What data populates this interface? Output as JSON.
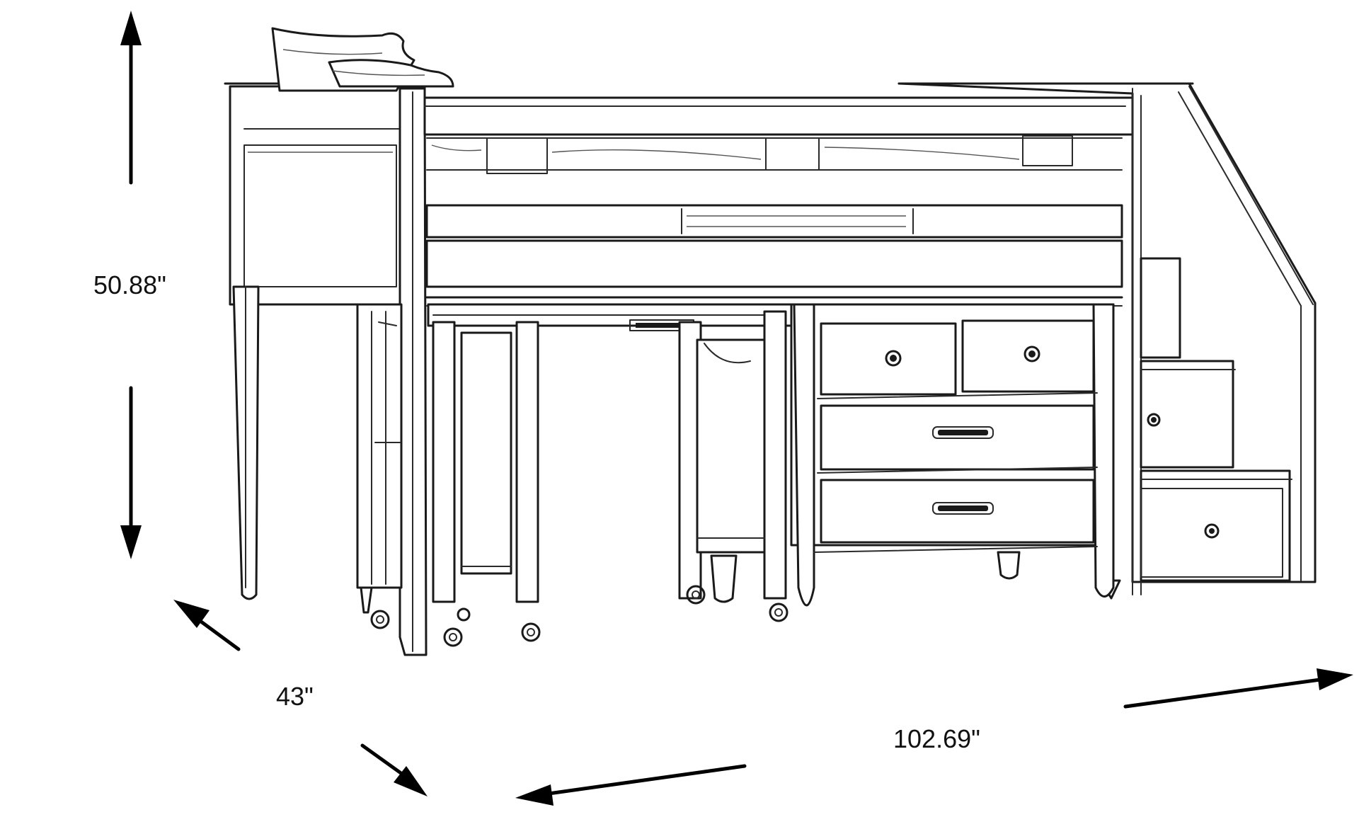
{
  "dimensions": {
    "height": "50.88\"",
    "depth": "43\"",
    "width": "102.69\""
  },
  "colors": {
    "line": "#1a1a1a",
    "background": "#ffffff"
  }
}
